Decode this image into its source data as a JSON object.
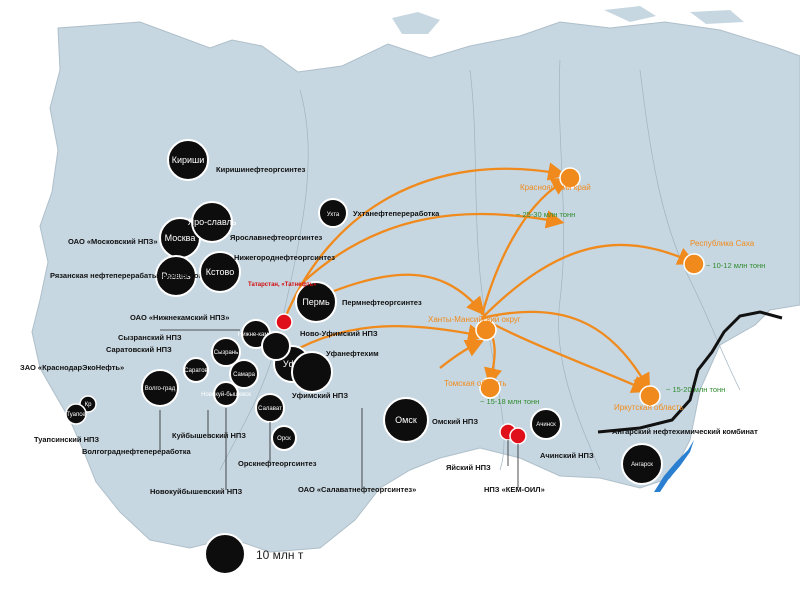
{
  "colors": {
    "land": "#c7d7e1",
    "background": "#ffffff",
    "refinery": "#0d0d0d",
    "ring": "#ffffff",
    "arrow": "#f08a1c",
    "green_text": "#2e8b2e",
    "red_marker": "#e0101a",
    "border_line": "#111111",
    "lake": "#2a7fd0"
  },
  "refineries": [
    {
      "name": "kirishi",
      "inside": "Кириши",
      "label": "Киришинефтеоргсинтез"
    },
    {
      "name": "moscow",
      "inside": "Москва",
      "label": "ОАО «Московский НПЗ»"
    },
    {
      "name": "yaroslavl",
      "inside": "Яро-славль",
      "label": "Ярославнефтеоргсинтез"
    },
    {
      "name": "ryazan",
      "inside": "Рязань",
      "label": "Рязанская нефтеперерабатывающая компания"
    },
    {
      "name": "kstovo",
      "inside": "Кстово",
      "label": "Нижегороднефтеоргсинтез"
    },
    {
      "name": "ukhta",
      "inside": "Ухта",
      "label": "Ухтанефтепереработка"
    },
    {
      "name": "perm",
      "inside": "Пермь",
      "label": "Пермнефтеоргсинтез"
    },
    {
      "name": "nizhnekamsk",
      "inside": "Нижне-камск",
      "label": "ОАО «Нижнекамский НПЗ»"
    },
    {
      "name": "syzran",
      "inside": "Сызрань",
      "label": "Сызранский НПЗ"
    },
    {
      "name": "saratov",
      "inside": "Саратов",
      "label": "Саратовский НПЗ"
    },
    {
      "name": "samara",
      "inside": "Самара",
      "label": "Куйбышевский НПЗ"
    },
    {
      "name": "novokuibyshevsk",
      "inside": "Новокуй-бышевск",
      "label": "Новокуйбышевский НПЗ"
    },
    {
      "name": "ufa",
      "inside": "Уфа",
      "label": "Уфанефтехим"
    },
    {
      "name": "ufa-novo",
      "inside": "",
      "label": "Ново-Уфимский НПЗ"
    },
    {
      "name": "ufa-ufimsky",
      "inside": "",
      "label": "Уфимский НПЗ"
    },
    {
      "name": "volgograd",
      "inside": "Волго-град",
      "label": "Волгограднефтепереработка"
    },
    {
      "name": "krasnodar",
      "inside": "Кр",
      "label": "ЗАО «КраснодарЭкоНефть»"
    },
    {
      "name": "tuapse",
      "inside": "Туапсе",
      "label": "Туапсинский НПЗ"
    },
    {
      "name": "salavat",
      "inside": "Салават",
      "label": "ОАО «Салаватнефтеоргсинтез»"
    },
    {
      "name": "orsk",
      "inside": "Орск",
      "label": "Орскнефтеоргсинтез"
    },
    {
      "name": "omsk",
      "inside": "Омск",
      "label": "Омский НПЗ"
    },
    {
      "name": "achinsk",
      "inside": "Ачинск",
      "label": "Ачинский НПЗ"
    },
    {
      "name": "angarsk",
      "inside": "Ангарск",
      "label": "Ангарский нефтехимический комбинат"
    }
  ],
  "new_projects": {
    "tatarstan": "Татарстан, «Татнефть»",
    "yaisk": "Яйский НПЗ",
    "kem_oil": "НПЗ «КЕМ-ОИЛ»"
  },
  "regions": [
    {
      "name": "krasnoyarsk",
      "label": "Красноярский край",
      "capacity": "~ 25-30 млн тонн"
    },
    {
      "name": "sakha",
      "label": "Республика Саха",
      "capacity": "~ 10-12 млн тонн"
    },
    {
      "name": "khmao",
      "label": "Ханты-Мансийский округ",
      "capacity": ""
    },
    {
      "name": "tomsk",
      "label": "Томская область",
      "capacity": "~ 15-18 млн тонн"
    },
    {
      "name": "irkutsk",
      "label": "Иркутская область",
      "capacity": "~ 15-20 млн тонн"
    }
  ],
  "legend": {
    "label": "10 млн т"
  }
}
